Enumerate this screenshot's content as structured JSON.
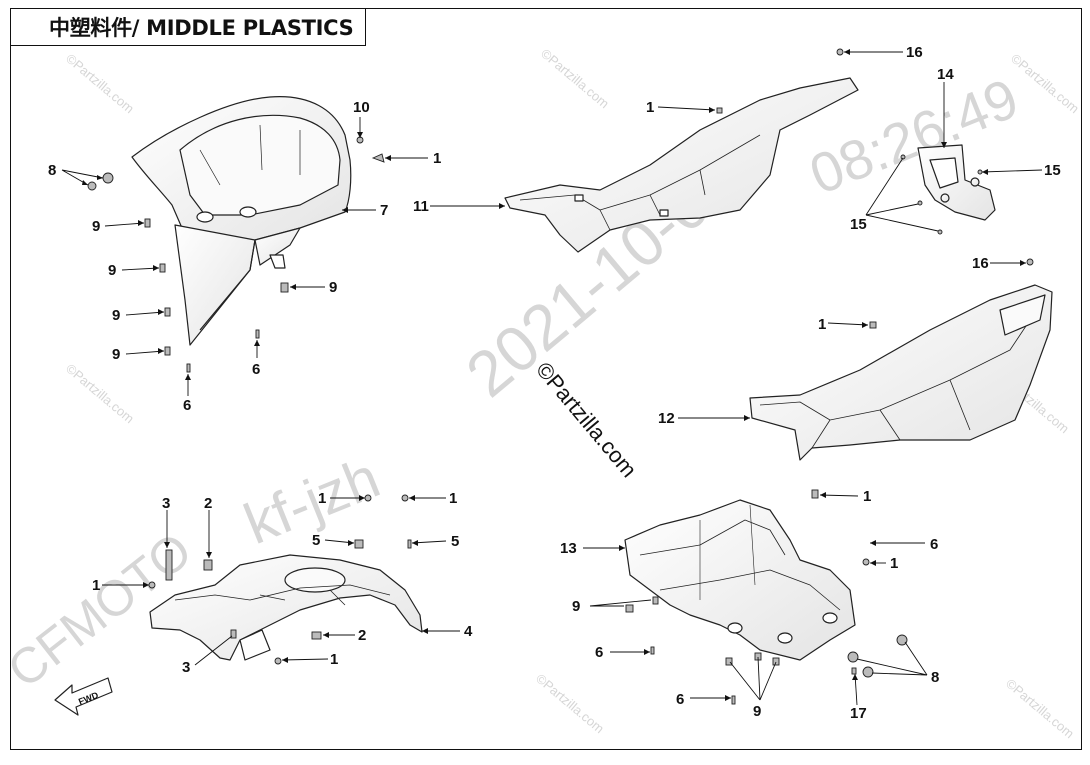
{
  "title": "中塑料件/ MIDDLE PLASTICS",
  "watermarks": {
    "date": "2021-10-08",
    "time": "08:26:49",
    "user": "kf-jzh",
    "brand": "CFMOTO",
    "site": "©Partzilla.com",
    "fwd": "FWD"
  },
  "callouts": {
    "group_topleft": [
      "8",
      "9",
      "9",
      "9",
      "9",
      "10",
      "1",
      "7",
      "9",
      "6",
      "6"
    ],
    "group_topmid": [
      "1",
      "11",
      "16"
    ],
    "group_bracket": [
      "14",
      "15",
      "15"
    ],
    "group_right": [
      "16",
      "1",
      "12",
      "1"
    ],
    "group_bottomleft": [
      "3",
      "2",
      "1",
      "5",
      "1",
      "5",
      "1",
      "3",
      "2",
      "1",
      "4"
    ],
    "group_bottomright": [
      "13",
      "6",
      "1",
      "9",
      "6",
      "8",
      "6",
      "9",
      "17"
    ]
  }
}
